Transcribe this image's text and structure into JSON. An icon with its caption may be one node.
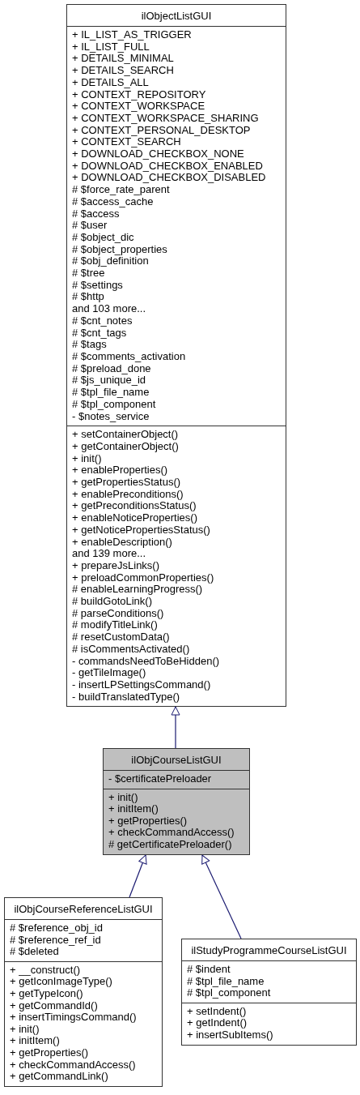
{
  "diagram": {
    "nodes": [
      {
        "text": [
          "ilObjectListGUI"
        ]
      },
      {
        "text": [
          "+ IL_LIST_AS_TRIGGER",
          "+ IL_LIST_FULL",
          "+ DETAILS_MINIMAL",
          "+ DETAILS_SEARCH",
          "+ DETAILS_ALL",
          "+ CONTEXT_REPOSITORY",
          "+ CONTEXT_WORKSPACE",
          "+ CONTEXT_WORKSPACE_SHARING",
          "+ CONTEXT_PERSONAL_DESKTOP",
          "+ CONTEXT_SEARCH",
          "+ DOWNLOAD_CHECKBOX_NONE",
          "+ DOWNLOAD_CHECKBOX_ENABLED",
          "+ DOWNLOAD_CHECKBOX_DISABLED",
          "# $force_rate_parent",
          "# $access_cache",
          "# $access",
          "# $user",
          "# $object_dic",
          "# $object_properties",
          "# $obj_definition",
          "# $tree",
          "# $settings",
          "# $http",
          "and 103 more...",
          "# $cnt_notes",
          "# $cnt_tags",
          "# $tags",
          "# $comments_activation",
          "# $preload_done",
          "# $js_unique_id",
          "# $tpl_file_name",
          "# $tpl_component",
          "- $notes_service"
        ],
        "in": 0
      },
      {
        "text": [
          "+ setContainerObject()",
          "+ getContainerObject()",
          "+ init()",
          "+ enableProperties()",
          "+ getPropertiesStatus()",
          "+ enablePreconditions()",
          "+ getPreconditionsStatus()",
          "+ enableNoticeProperties()",
          "+ getNoticePropertiesStatus()",
          "+ enableDescription()",
          "and 139 more...",
          "+ prepareJsLinks()",
          "+ preloadCommonProperties()",
          "# enableLearningProgress()",
          "# buildGotoLink()",
          "# parseConditions()",
          "# modifyTitleLink()",
          "# resetCustomData()",
          "# isCommentsActivated()",
          "- commandsNeedToBeHidden()",
          "- getTileImage()",
          "- insertLPSettingsCommand()",
          "- buildTranslatedType()"
        ],
        "in": 0
      },
      {
        "text": [
          "ilObjCourseListGUI"
        ]
      },
      {
        "text": [
          "- $certificatePreloader"
        ],
        "in": 3
      },
      {
        "text": [
          "+ init()",
          "+ initItem()",
          "+ getProperties()",
          "+ checkCommandAccess()",
          "# getCertificatePreloader()"
        ],
        "in": 3
      },
      {
        "text": [
          "ilObjCourseReferenceListGUI"
        ]
      },
      {
        "text": [
          "# $reference_obj_id",
          "# $reference_ref_id",
          "# $deleted"
        ],
        "in": 6
      },
      {
        "text": [
          "+ __construct()",
          "+ getIconImageType()",
          "+ getTypeIcon()",
          "+ getCommandId()",
          "+ insertTimingsCommand()",
          "+ init()",
          "+ initItem()",
          "+ getProperties()",
          "+ checkCommandAccess()",
          "+ getCommandLink()"
        ],
        "in": 6
      },
      {
        "text": [
          "ilStudyProgrammeCourseListGUI"
        ]
      },
      {
        "text": [
          "# $indent",
          "# $tpl_file_name",
          "# $tpl_component"
        ],
        "in": 9
      },
      {
        "text": [
          "+ setIndent()",
          "+ getIndent()",
          "+ insertSubItems()"
        ],
        "in": 9
      }
    ],
    "edges": [
      {
        "from": 3,
        "to": 0,
        "arrow": "to"
      },
      {
        "from": 6,
        "to": 3,
        "arrow": "to"
      },
      {
        "from": 9,
        "to": 3,
        "arrow": "to"
      }
    ]
  }
}
